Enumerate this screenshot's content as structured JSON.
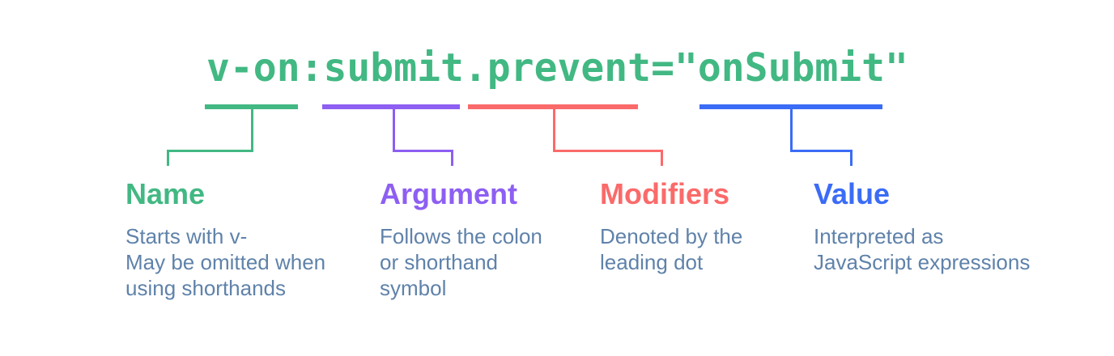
{
  "figure": {
    "code": "v-on:submit.prevent=\"onSubmit\"",
    "sections": [
      {
        "key": "name",
        "label": "Name",
        "description": "Starts with v-\nMay be omitted when\nusing shorthands",
        "color": "#42b883"
      },
      {
        "key": "argument",
        "label": "Argument",
        "description": "Follows the colon\nor shorthand\nsymbol",
        "color": "#8d5ff2"
      },
      {
        "key": "modifiers",
        "label": "Modifiers",
        "description": "Denoted by the\nleading dot",
        "color": "#fb6a6a"
      },
      {
        "key": "value",
        "label": "Value",
        "description": "Interpreted as\nJavaScript expressions",
        "color": "#3b6cf6"
      }
    ],
    "colors": {
      "code": "#42b883",
      "description_text": "#5f82aa",
      "background": "#ffffff"
    }
  }
}
